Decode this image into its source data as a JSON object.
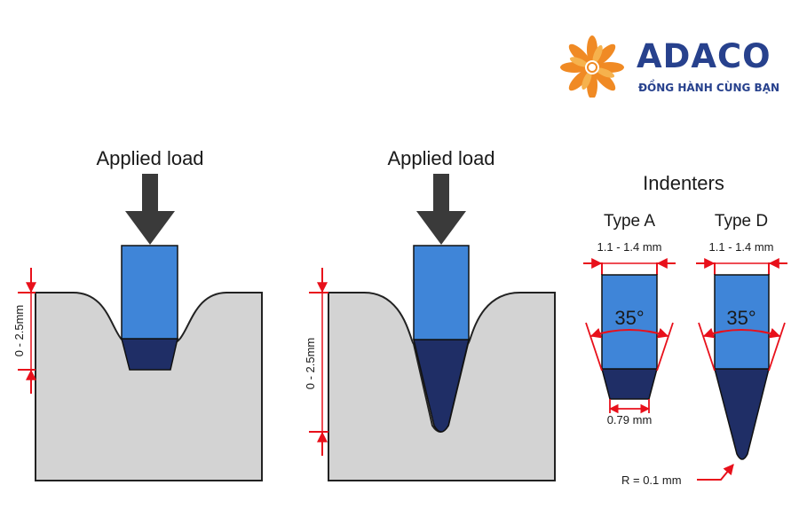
{
  "brand": {
    "name": "ADACO",
    "tagline": "ĐỒNG HÀNH CÙNG BẠN"
  },
  "colors": {
    "sample_fill": "#d3d3d3",
    "indenter_body": "#3f85d8",
    "indenter_tip": "#1f2e66",
    "dimension_red": "#e8101b",
    "arrow": "#3a3a3a",
    "brand_blue": "#27418d",
    "brand_orange": "#f08a24"
  },
  "left_panel": {
    "load_label": "Applied load",
    "depth_label": "0 - 2.5mm"
  },
  "middle_panel": {
    "load_label": "Applied load",
    "depth_label": "0 - 2.5mm"
  },
  "indenters": {
    "title": "Indenters",
    "type_a": {
      "name": "Type A",
      "diameter_label": "1.1 - 1.4 mm",
      "angle_label": "35°",
      "tip_label": "0.79 mm"
    },
    "type_d": {
      "name": "Type D",
      "diameter_label": "1.1 - 1.4 mm",
      "angle_label": "35°",
      "radius_label": "R = 0.1 mm"
    }
  }
}
